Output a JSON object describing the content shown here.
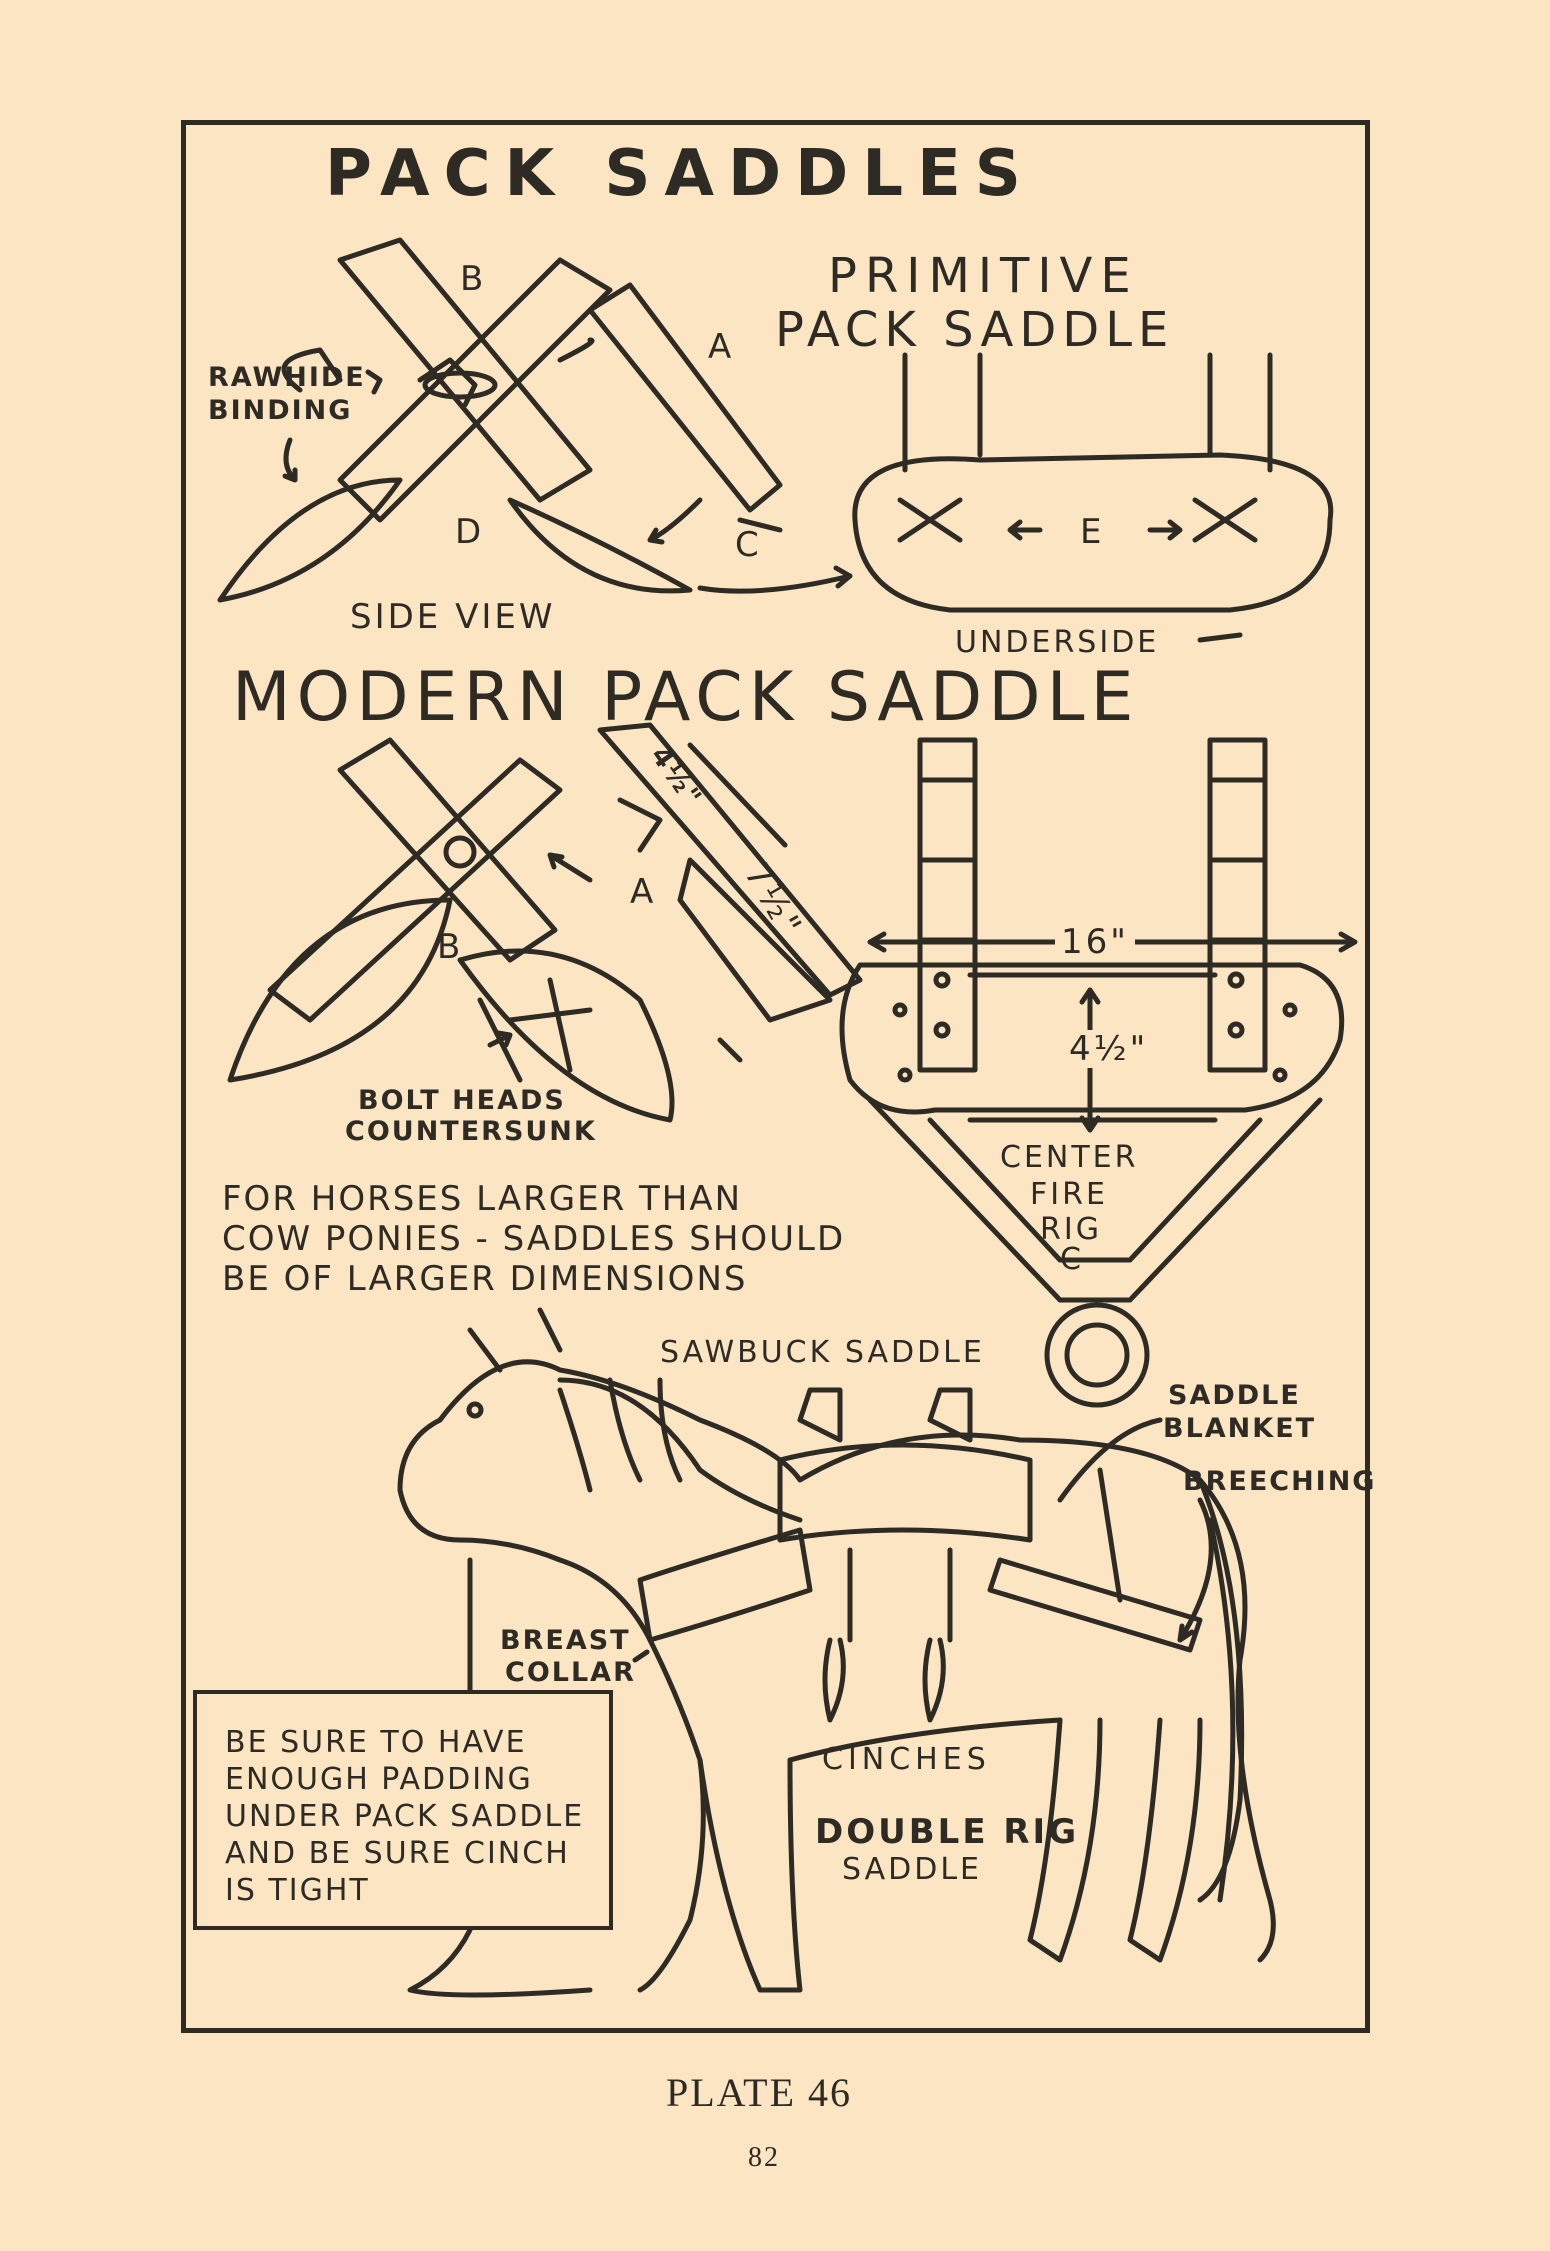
{
  "title": "PACK SADDLES",
  "primitive": {
    "heading_line1": "PRIMITIVE",
    "heading_line2": "PACK SADDLE",
    "labels": {
      "b": "B",
      "a": "A",
      "d": "D",
      "c": "C",
      "e": "E",
      "rawhide_line1": "RAWHIDE",
      "rawhide_line2": "BINDING",
      "side_view": "SIDE VIEW",
      "underside": "UNDERSIDE"
    }
  },
  "modern": {
    "heading": "MODERN PACK SADDLE",
    "labels": {
      "a": "A",
      "b": "B",
      "c": "C",
      "dim_4half_a": "4½\"",
      "dim_7half": "7½\"",
      "dim_16": "16\"",
      "dim_4half_b": "4½\"",
      "bolt_line1": "BOLT HEADS",
      "bolt_line2": "COUNTERSUNK",
      "center_line1": "CENTER",
      "center_line2": "FIRE",
      "center_line3": "RIG"
    },
    "note_line1": "FOR HORSES LARGER THAN",
    "note_line2": "COW PONIES - SADDLES SHOULD",
    "note_line3": "BE OF LARGER DIMENSIONS"
  },
  "horse": {
    "sawbuck": "SAWBUCK SADDLE",
    "blanket_line1": "SADDLE",
    "blanket_line2": "BLANKET",
    "breeching": "BREECHING",
    "breast_line1": "BREAST",
    "breast_line2": "COLLAR",
    "cinches": "CINCHES",
    "double_line1": "DOUBLE RIG",
    "double_line2": "SADDLE",
    "box_line1": "BE SURE TO HAVE",
    "box_line2": "ENOUGH PADDING",
    "box_line3": "UNDER PACK SADDLE",
    "box_line4": "AND BE SURE CINCH",
    "box_line5": "IS TIGHT"
  },
  "footer": {
    "plate": "PLATE 46",
    "page_number": "82"
  },
  "colors": {
    "paper": "#fbe5c3",
    "ink": "#2e2a24"
  }
}
